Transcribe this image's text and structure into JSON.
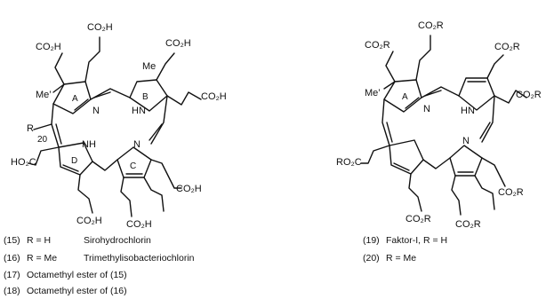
{
  "structure_left": {
    "atoms": {
      "co2h": "CO₂H",
      "ho2c": "HO₂C",
      "me": "Me",
      "me_dot": "Me’",
      "n": "N",
      "hn": "HN",
      "nh": "NH",
      "r": "R",
      "position_20": "20"
    },
    "rings": {
      "a": "A",
      "b": "B",
      "c": "C",
      "d": "D"
    }
  },
  "structure_right": {
    "atoms": {
      "co2r": "CO₂R",
      "ro2c": "RO₂C",
      "me_dot": "Me’",
      "n": "N",
      "hn": "HN"
    },
    "rings": {
      "a": "A"
    }
  },
  "captions_left": [
    {
      "number": "(15)",
      "formula": "R = H",
      "name": "Sirohydrochlorin"
    },
    {
      "number": "(16)",
      "formula": "R = Me",
      "name": "Trimethylisobacteriochlorin"
    },
    {
      "number": "(17)",
      "formula": "Octamethyl ester of (15)",
      "name": ""
    },
    {
      "number": "(18)",
      "formula": "Octamethyl ester of (16)",
      "name": ""
    }
  ],
  "captions_right": [
    {
      "number": "(19)",
      "formula": "Faktor-I, R = H",
      "name": ""
    },
    {
      "number": "(20)",
      "formula": "R = Me",
      "name": ""
    }
  ]
}
